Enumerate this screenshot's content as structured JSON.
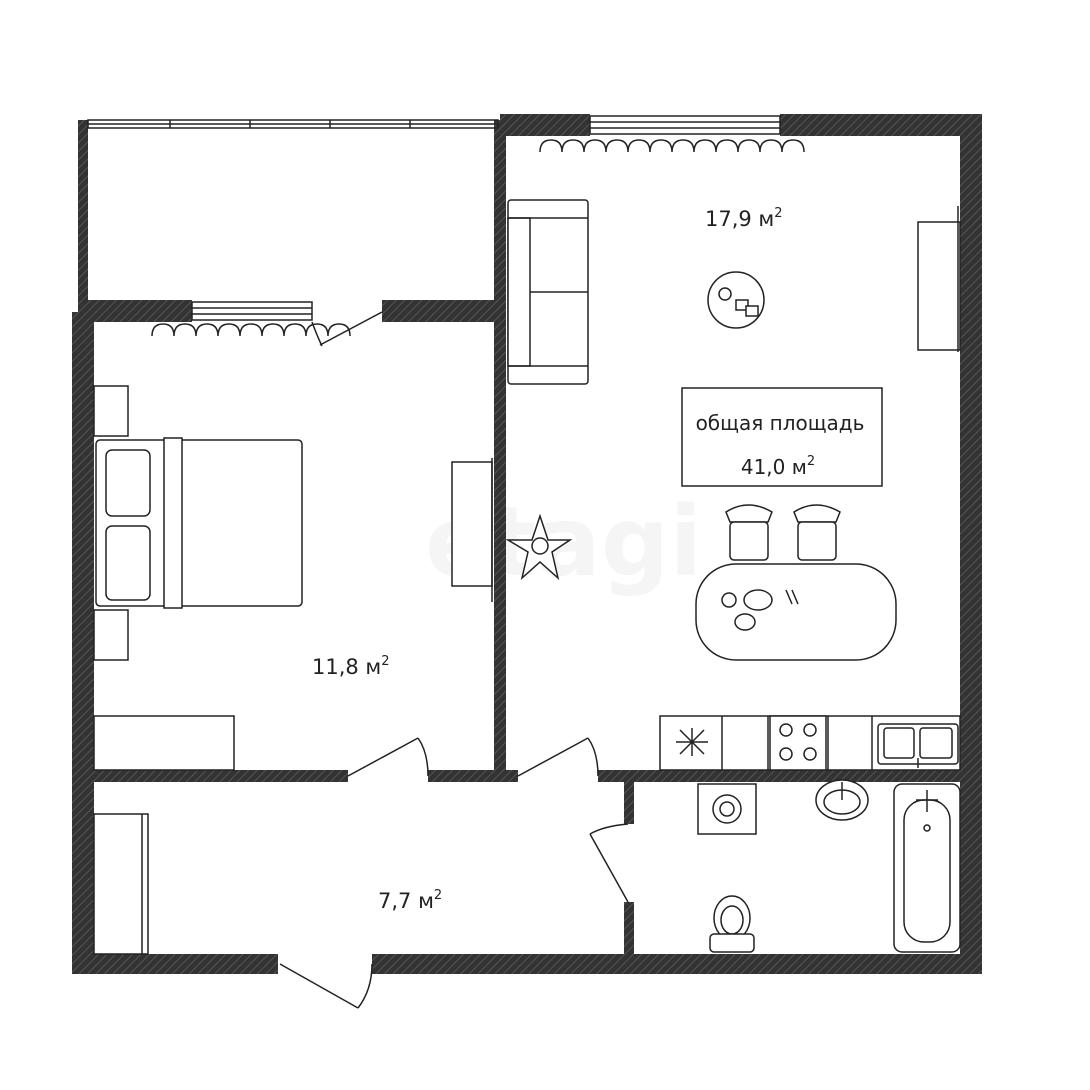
{
  "rooms": [
    {
      "id": "living-kitchen",
      "area_value": "17,9 м",
      "area_sup": "2"
    },
    {
      "id": "bedroom",
      "area_value": "11,8 м",
      "area_sup": "2"
    },
    {
      "id": "hallway",
      "area_value": "7,7 м",
      "area_sup": "2"
    }
  ],
  "total": {
    "caption": "общая площадь",
    "value": "41,0 м",
    "value_sup": "2"
  },
  "watermark": "etagi",
  "colors": {
    "wall": "#333333",
    "wall_hatch": "#555555",
    "line": "#222222",
    "background": "#ffffff"
  }
}
